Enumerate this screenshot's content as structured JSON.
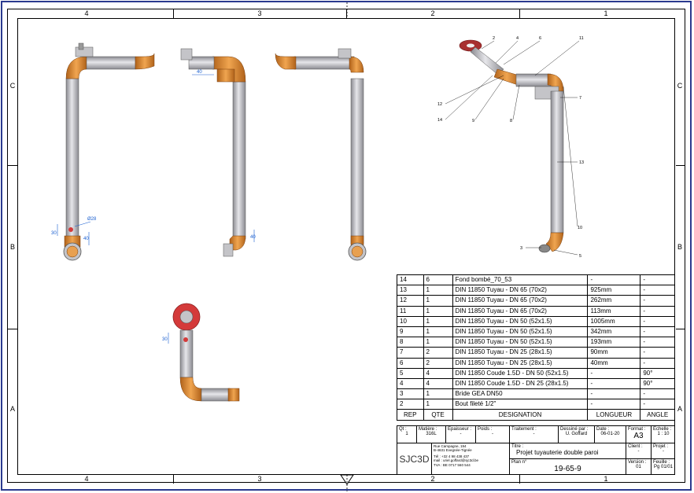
{
  "zones": {
    "columns": [
      "4",
      "3",
      "2",
      "1"
    ],
    "rows": [
      "C",
      "B",
      "A"
    ]
  },
  "views": {
    "front_dimensions": [
      "Ø28",
      "30",
      "40"
    ],
    "side_dimensions": [
      "40",
      "40"
    ],
    "bottom_dimensions": [
      "30"
    ]
  },
  "iso_callouts": [
    "2",
    "4",
    "6",
    "11",
    "12",
    "14",
    "9",
    "8",
    "7",
    "13",
    "10",
    "3",
    "5"
  ],
  "bom": {
    "headers": [
      "REP",
      "QTE",
      "DESIGNATION",
      "LONGUEUR",
      "ANGLE"
    ],
    "rows": [
      [
        "14",
        "6",
        "Fond bombé_70_53",
        "-",
        "-"
      ],
      [
        "13",
        "1",
        "DIN 11850 Tuyau - DN 65 (70x2)",
        "925mm",
        "-"
      ],
      [
        "12",
        "1",
        "DIN 11850 Tuyau - DN 65 (70x2)",
        "262mm",
        "-"
      ],
      [
        "11",
        "1",
        "DIN 11850 Tuyau - DN 65 (70x2)",
        "113mm",
        "-"
      ],
      [
        "10",
        "1",
        "DIN 11850 Tuyau - DN 50 (52x1.5)",
        "1005mm",
        "-"
      ],
      [
        "9",
        "1",
        "DIN 11850 Tuyau - DN 50 (52x1.5)",
        "342mm",
        "-"
      ],
      [
        "8",
        "1",
        "DIN 11850 Tuyau - DN 50 (52x1.5)",
        "193mm",
        "-"
      ],
      [
        "7",
        "2",
        "DIN 11850 Tuyau - DN 25 (28x1.5)",
        "90mm",
        "-"
      ],
      [
        "6",
        "2",
        "DIN 11850 Tuyau - DN 25 (28x1.5)",
        "40mm",
        "-"
      ],
      [
        "5",
        "4",
        "DIN 11850 Coude 1.5D - DN 50 (52x1.5)",
        "-",
        "90°"
      ],
      [
        "4",
        "4",
        "DIN 11850 Coude 1.5D - DN 25 (28x1.5)",
        "-",
        "90°"
      ],
      [
        "3",
        "1",
        "Bride GEA DN50",
        "-",
        "-"
      ],
      [
        "2",
        "1",
        "Bout fileté 1/2\"",
        "-",
        "-"
      ]
    ]
  },
  "title_block": {
    "qt_label": "Qt :",
    "qt_value": "1",
    "matiere_label": "Matière :",
    "matiere_value": "316L",
    "epaisseur_label": "Epaisseur :",
    "epaisseur_value": "-",
    "poids_label": "Poids :",
    "poids_value": "-",
    "traitement_label": "Traitement :",
    "traitement_value": "-",
    "dessine_label": "Dessiné par :",
    "dessine_value": "U. Goffard",
    "date_label": "Date :",
    "date_value": "06-01-20",
    "format_label": "Format :",
    "format_value": "A3",
    "echelle_label": "Echelle :",
    "echelle_value": "1 : 10",
    "company_name": "SJC3D",
    "address_1": "Rue Campagne, 194",
    "address_2": "B-4631 Evegnée-Tignée",
    "tel": "Tél : +32 4 98 438 437",
    "mail": "mail : uriel.goffard@sjc3d.be",
    "tva": "TVA : BE 0717 560 544",
    "titre_label": "Titre :",
    "titre_value": "Projet tuyauterie double paroi",
    "client_label": "Client :",
    "client_value": "-",
    "projet_label": "Projet :",
    "projet_value": "-",
    "plan_label": "Plan n°",
    "plan_value": "19-65-9",
    "version_label": "Version :",
    "version_value": "01",
    "feuille_label": "Feuille :",
    "feuille_value": "Pg 01/01"
  },
  "colors": {
    "frame_blue": "#2b3a8f",
    "pipe_grey": "#b8b8bc",
    "pipe_orange": "#d9852a",
    "flange_red": "#d43a3a",
    "dimension_blue": "#1a5fd0"
  }
}
